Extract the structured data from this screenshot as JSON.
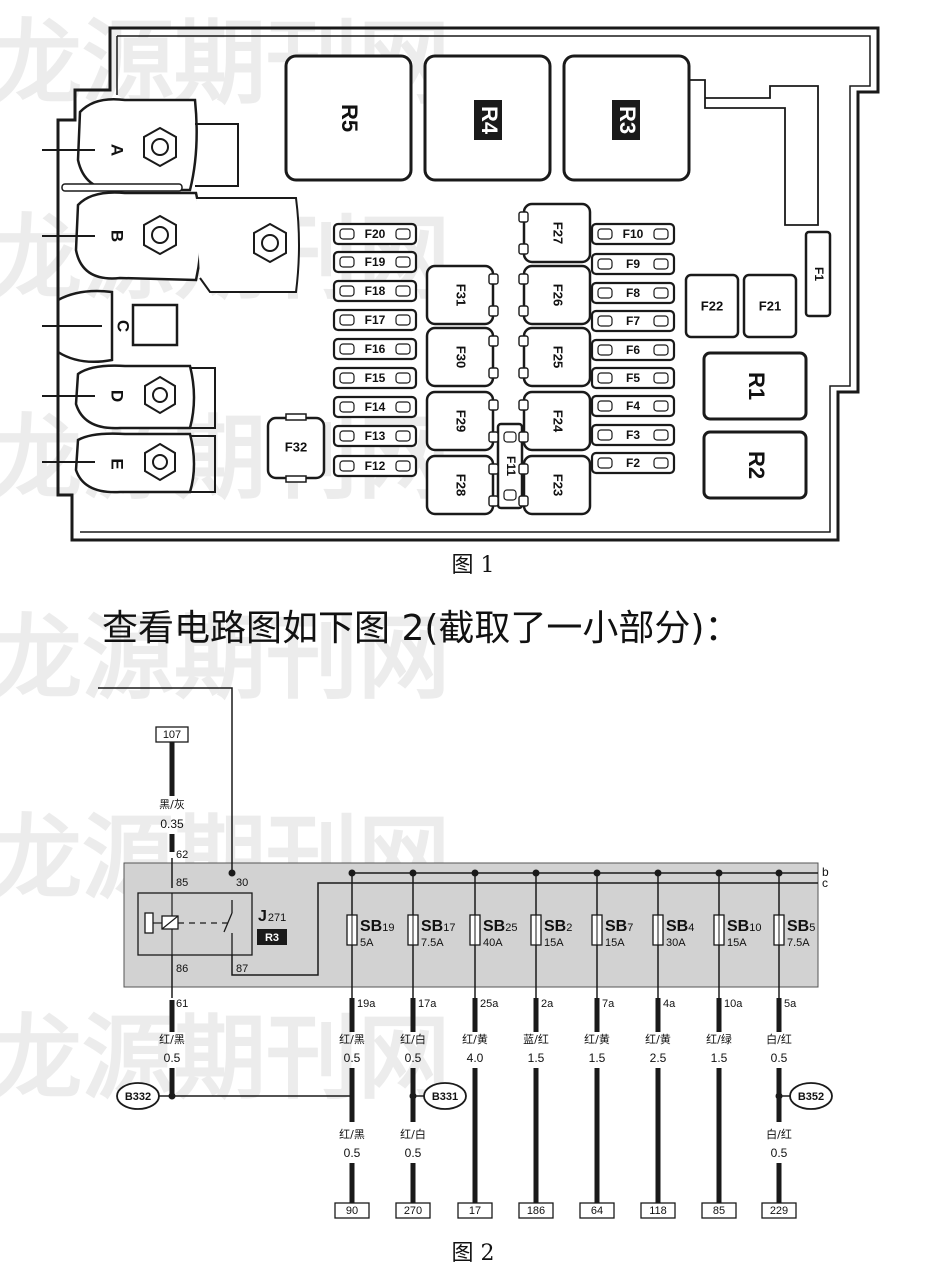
{
  "watermark": {
    "text": "龙源期刊网"
  },
  "figure1": {
    "caption": "图 1",
    "connectors": [
      "A",
      "B",
      "C",
      "D",
      "E"
    ],
    "relays": {
      "R5": "R5",
      "R4": "R4",
      "R3": "R3",
      "R1": "R1",
      "R2": "R2"
    },
    "fuses_left": [
      "F20",
      "F19",
      "F18",
      "F17",
      "F16",
      "F15",
      "F14",
      "F13",
      "F12"
    ],
    "fuses_mid_left": [
      "F31",
      "F30",
      "F29",
      "F28"
    ],
    "fuse_f11": "F11",
    "fuses_mid_right": [
      "F27",
      "F26",
      "F25",
      "F24",
      "F23"
    ],
    "fuses_right": [
      "F10",
      "F9",
      "F8",
      "F7",
      "F6",
      "F5",
      "F4",
      "F3",
      "F2"
    ],
    "f22": "F22",
    "f21": "F21",
    "f1": "F1",
    "f32": "F32"
  },
  "body_text": "查看电路图如下图 2(截取了一小部分)：",
  "figure2": {
    "caption": "图 2",
    "top_terminal": "107",
    "top_wire": {
      "color": "黑/灰",
      "size": "0.35"
    },
    "pin_62": "62",
    "relay": {
      "name": "J",
      "sub": "271",
      "tag": "R3",
      "pins": [
        "85",
        "30",
        "86",
        "87"
      ]
    },
    "pin_61": "61",
    "relay_out_wire": {
      "color": "红/黑",
      "size": "0.5"
    },
    "bus_labels": [
      "b",
      "c"
    ],
    "connectors": {
      "B332": "B332",
      "B331": "B331",
      "B352": "B352"
    },
    "fuses": [
      {
        "name": "SB",
        "num": "19",
        "amp": "5A",
        "pin": "19a",
        "wire_color": "红/黑",
        "wire_size": "0.5",
        "wire2_color": "红/黑",
        "wire2_size": "0.5",
        "terminal": "90"
      },
      {
        "name": "SB",
        "num": "17",
        "amp": "7.5A",
        "pin": "17a",
        "wire_color": "红/白",
        "wire_size": "0.5",
        "wire2_color": "红/白",
        "wire2_size": "0.5",
        "terminal": "270"
      },
      {
        "name": "SB",
        "num": "25",
        "amp": "40A",
        "pin": "25a",
        "wire_color": "红/黄",
        "wire_size": "4.0",
        "terminal": "17"
      },
      {
        "name": "SB",
        "num": "2",
        "amp": "15A",
        "pin": "2a",
        "wire_color": "蓝/红",
        "wire_size": "1.5",
        "terminal": "186"
      },
      {
        "name": "SB",
        "num": "7",
        "amp": "15A",
        "pin": "7a",
        "wire_color": "红/黄",
        "wire_size": "1.5",
        "terminal": "64"
      },
      {
        "name": "SB",
        "num": "4",
        "amp": "30A",
        "pin": "4a",
        "wire_color": "红/黄",
        "wire_size": "2.5",
        "terminal": "118"
      },
      {
        "name": "SB",
        "num": "10",
        "amp": "15A",
        "pin": "10a",
        "wire_color": "红/绿",
        "wire_size": "1.5",
        "terminal": "85"
      },
      {
        "name": "SB",
        "num": "5",
        "amp": "7.5A",
        "pin": "5a",
        "wire_color": "白/红",
        "wire_size": "0.5",
        "wire2_color": "白/红",
        "wire2_size": "0.5",
        "terminal": "229"
      }
    ]
  }
}
